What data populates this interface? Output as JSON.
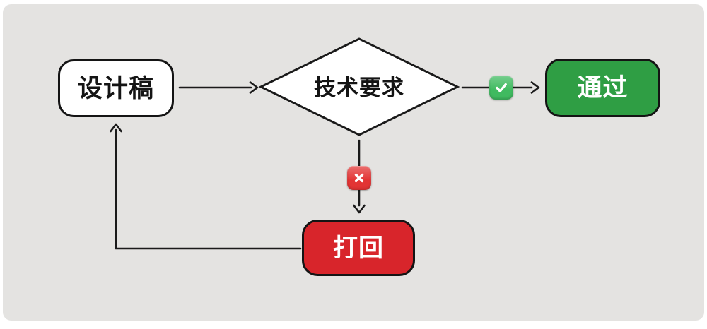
{
  "panel": {
    "background": "#e4e3e1",
    "outer_background": "#ffffff"
  },
  "nodes": {
    "design": {
      "label": "设计稿",
      "fill": "#ffffff",
      "text_color": "#141414"
    },
    "decision": {
      "label": "技术要求",
      "fill": "#ffffff",
      "text_color": "#141414"
    },
    "pass": {
      "label": "通过",
      "fill": "#2f9e44",
      "text_color": "#ffffff"
    },
    "reject": {
      "label": "打回",
      "fill": "#d8252b",
      "text_color": "#ffffff"
    }
  },
  "icons": {
    "check": {
      "bg": "#3cb95d",
      "glyph_color": "#ffffff"
    },
    "cross": {
      "bg": "#e23030",
      "glyph_color": "#ffffff"
    }
  },
  "connectors": {
    "stroke": "#1a1a1a"
  }
}
